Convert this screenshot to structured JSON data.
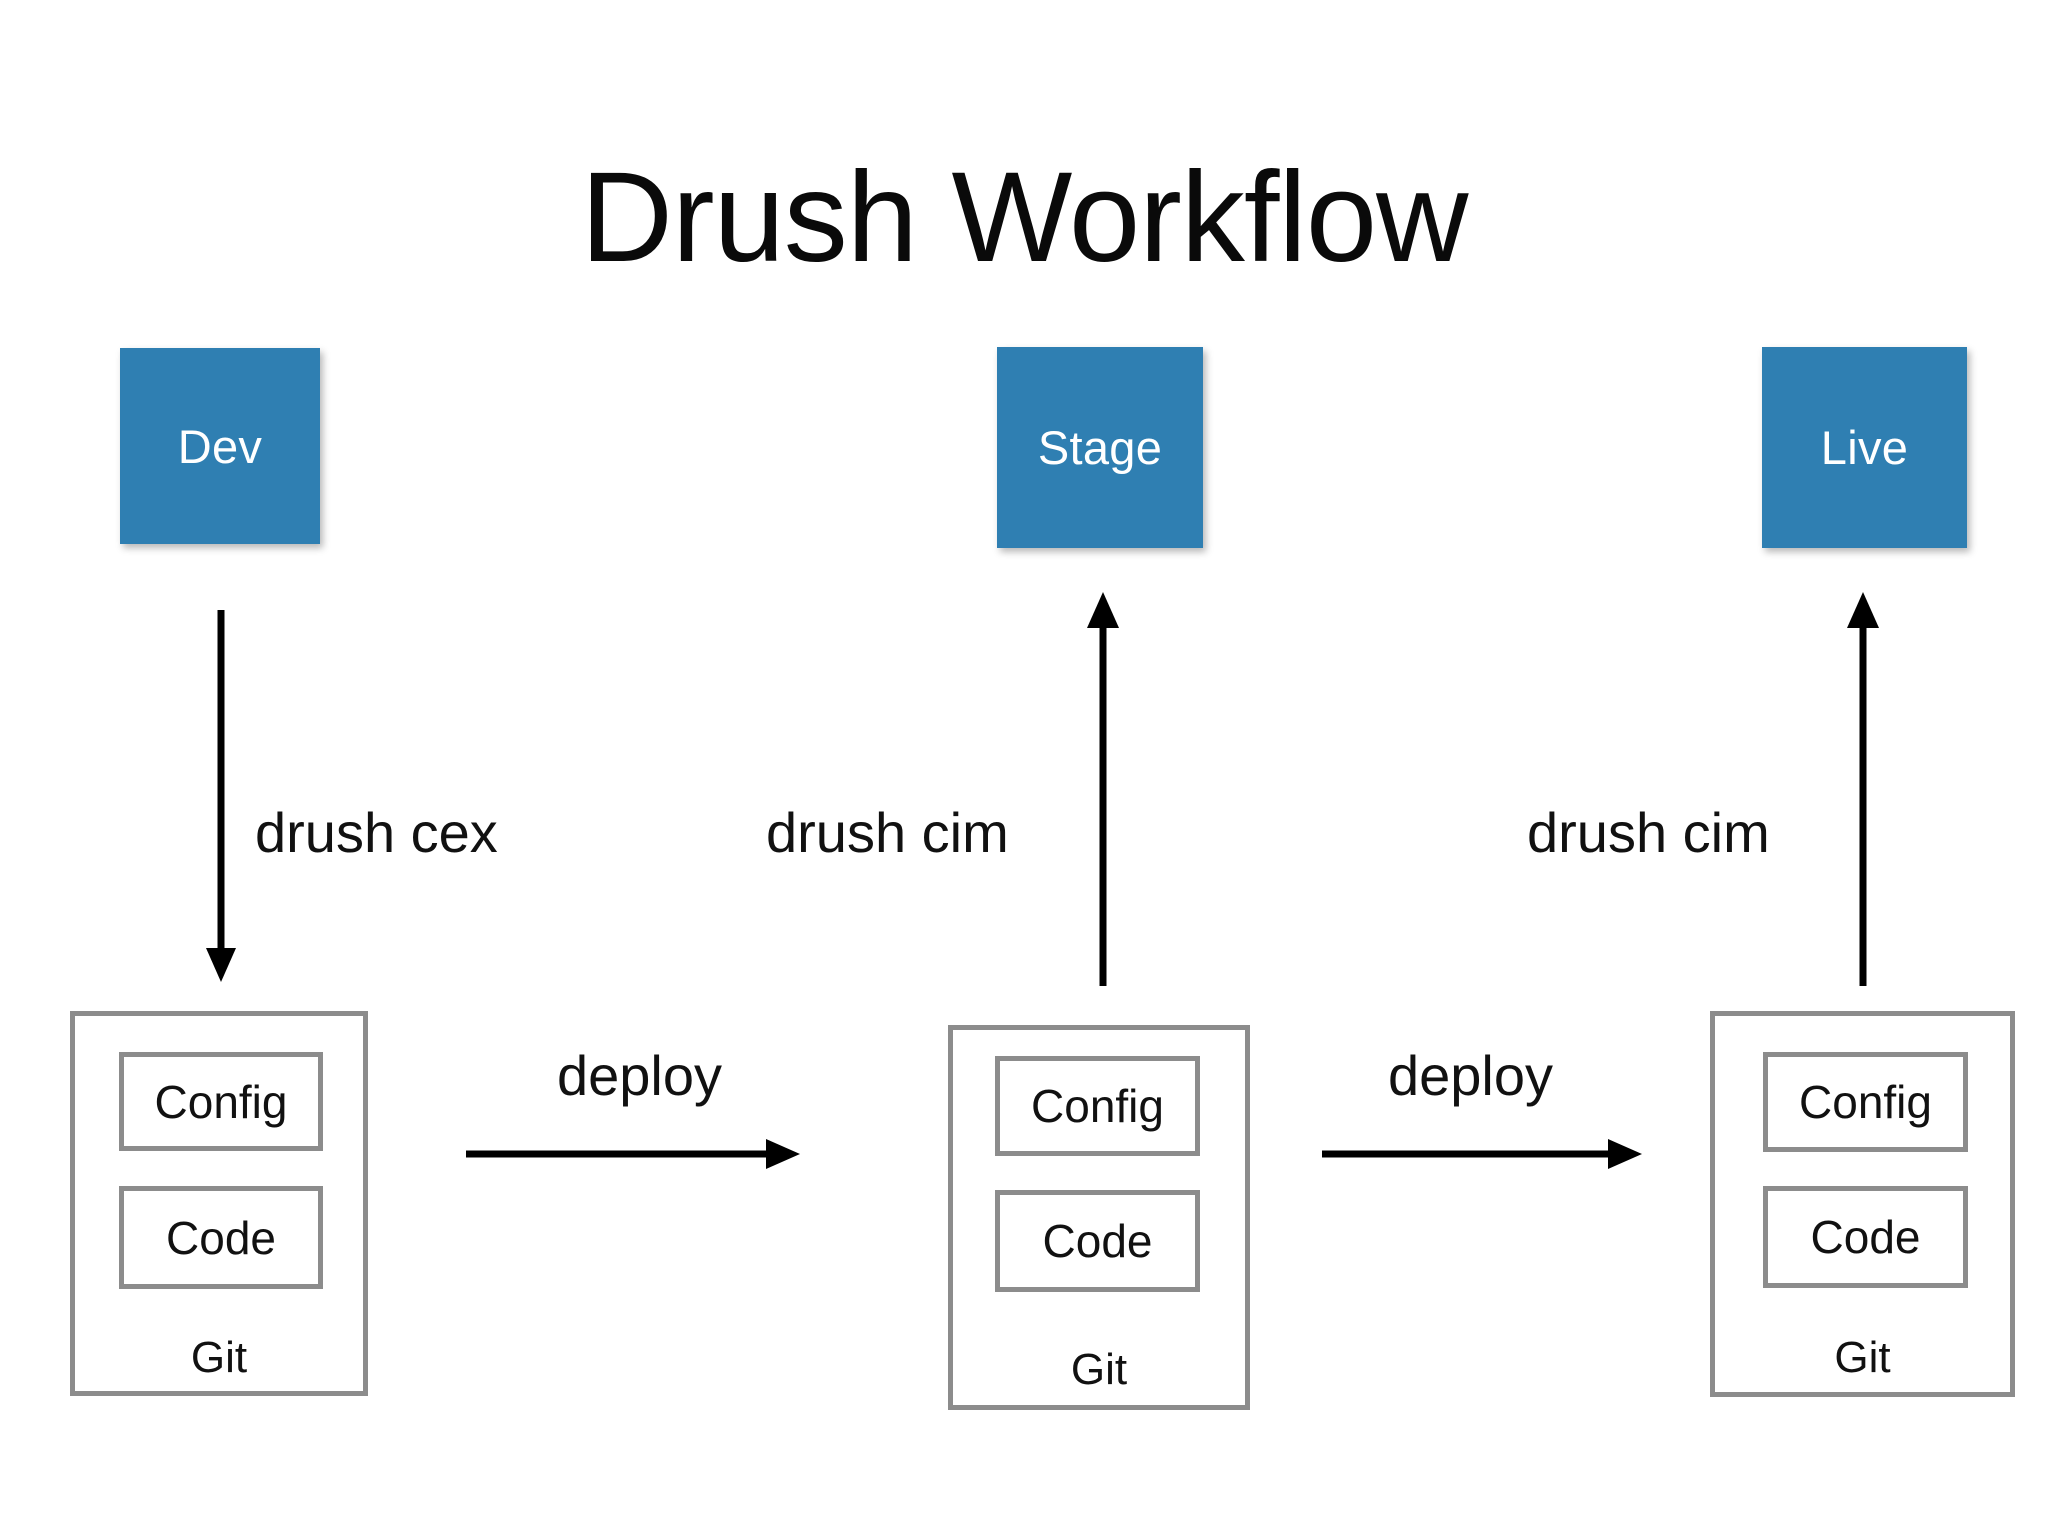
{
  "slide": {
    "title": "Drush Workflow",
    "background_color": "#ffffff"
  },
  "colors": {
    "env_blue": "#2f7fb2",
    "box_border_gray": "#8c8c8c",
    "text_black": "#111111",
    "env_text_white": "#ffffff"
  },
  "environments": [
    {
      "id": "dev",
      "label": "Dev"
    },
    {
      "id": "stage",
      "label": "Stage"
    },
    {
      "id": "live",
      "label": "Live"
    }
  ],
  "repositories": [
    {
      "id": "git-dev",
      "caption": "Git",
      "items": [
        {
          "label": "Config"
        },
        {
          "label": "Code"
        }
      ]
    },
    {
      "id": "git-stage",
      "caption": "Git",
      "items": [
        {
          "label": "Config"
        },
        {
          "label": "Code"
        }
      ]
    },
    {
      "id": "git-live",
      "caption": "Git",
      "items": [
        {
          "label": "Config"
        },
        {
          "label": "Code"
        }
      ]
    }
  ],
  "edges": [
    {
      "id": "cex",
      "label": "drush cex",
      "direction": "down",
      "from": "Dev",
      "to": "Git (dev)"
    },
    {
      "id": "cim1",
      "label": "drush cim",
      "direction": "up",
      "from": "Git (stage)",
      "to": "Stage"
    },
    {
      "id": "cim2",
      "label": "drush cim",
      "direction": "up",
      "from": "Git (live)",
      "to": "Live"
    },
    {
      "id": "dep1",
      "label": "deploy",
      "direction": "right",
      "from": "Git (dev)",
      "to": "Git (stage)"
    },
    {
      "id": "dep2",
      "label": "deploy",
      "direction": "right",
      "from": "Git (stage)",
      "to": "Git (live)"
    }
  ]
}
